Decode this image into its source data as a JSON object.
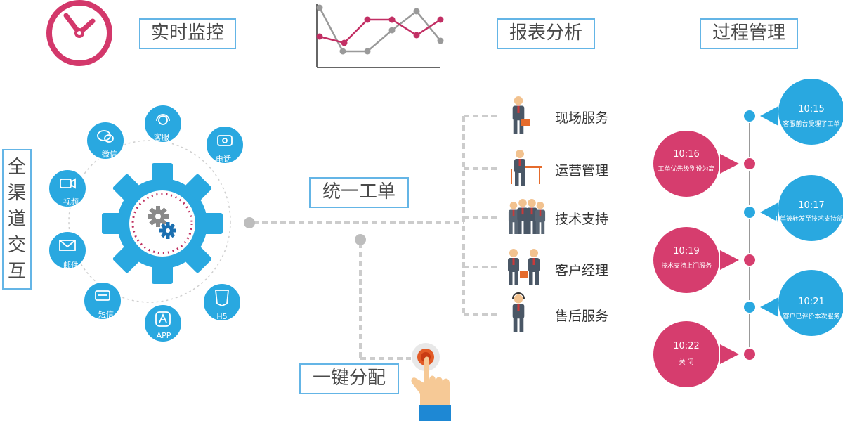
{
  "top_labels": {
    "realtime_monitor": "实时监控",
    "report_analysis": "报表分析",
    "process_management": "过程管理"
  },
  "side_label": [
    "全",
    "渠",
    "道",
    "交",
    "互"
  ],
  "center": {
    "unified_ticket": "统一工单",
    "one_click_assign": "一键分配"
  },
  "channels": [
    {
      "label": "客服",
      "icon": "headset-icon"
    },
    {
      "label": "电话",
      "icon": "phone-icon"
    },
    {
      "label": "微信",
      "icon": "wechat-icon"
    },
    {
      "label": "视频",
      "icon": "video-icon"
    },
    {
      "label": "邮件",
      "icon": "mail-icon"
    },
    {
      "label": "短信",
      "icon": "sms-icon"
    },
    {
      "label": "APP",
      "icon": "app-icon"
    },
    {
      "label": "H5",
      "icon": "html5-icon"
    }
  ],
  "roles": [
    {
      "label": "现场服务",
      "icon": "field-service-person-icon"
    },
    {
      "label": "运营管理",
      "icon": "operations-desk-icon"
    },
    {
      "label": "技术支持",
      "icon": "tech-team-icon"
    },
    {
      "label": "客户经理",
      "icon": "handshake-icon"
    },
    {
      "label": "售后服务",
      "icon": "after-sales-headset-person-icon"
    }
  ],
  "timeline": [
    {
      "time": "10:15",
      "text": "客服前台受理了工单",
      "side": "right",
      "color": "#29a8e0"
    },
    {
      "time": "10:16",
      "text": "工单优先级别设为高",
      "side": "left",
      "color": "#d63d6e"
    },
    {
      "time": "10:17",
      "text": "工单被转发至技术支持部门",
      "side": "right",
      "color": "#29a8e0"
    },
    {
      "time": "10:19",
      "text": "技术支持上门服务",
      "side": "left",
      "color": "#d63d6e"
    },
    {
      "time": "10:21",
      "text": "客户已评价本次服务",
      "side": "right",
      "color": "#29a8e0"
    },
    {
      "time": "10:22",
      "text": "关 闭",
      "side": "left",
      "color": "#d63d6e"
    }
  ],
  "colors": {
    "accent_blue": "#29a8e0",
    "accent_pink": "#d63d6e",
    "border_blue": "#64b5e6",
    "connector_gray": "#cccccc"
  }
}
